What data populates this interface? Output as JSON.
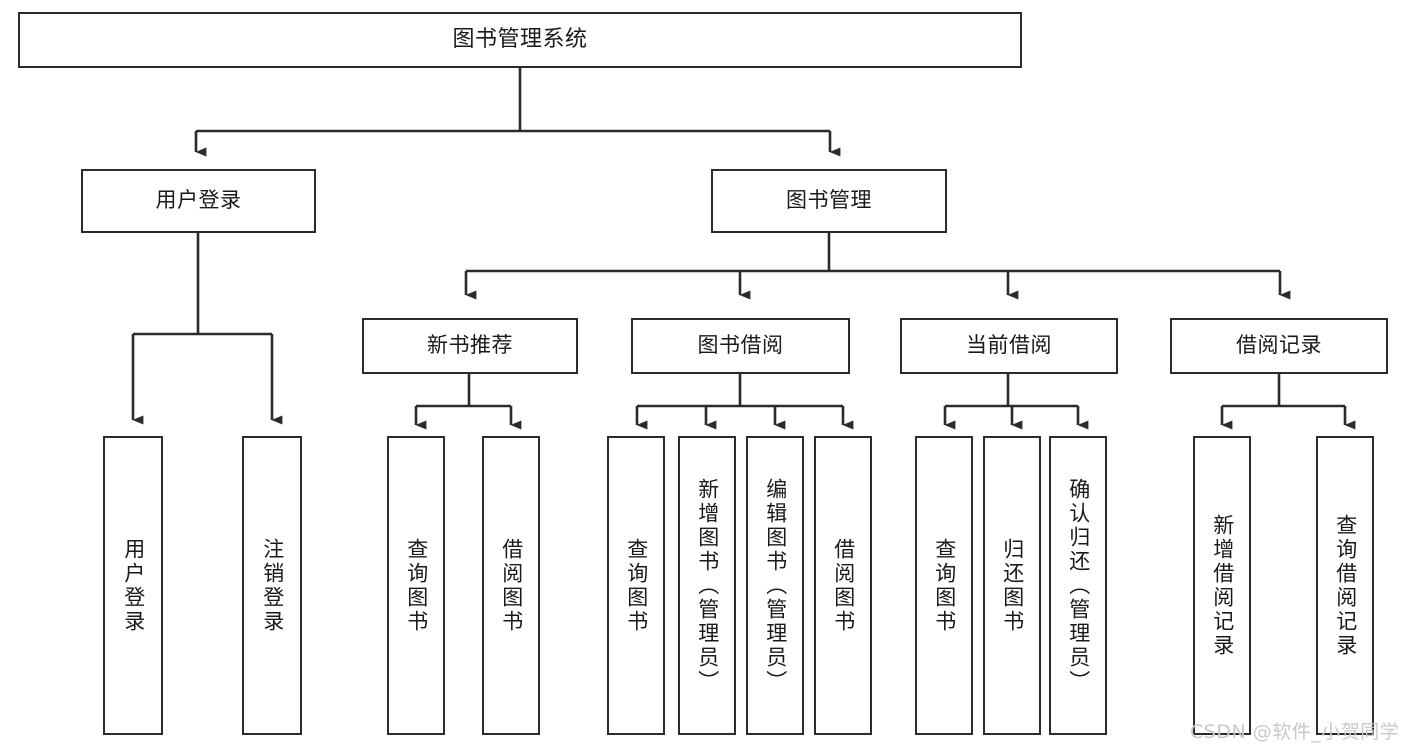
{
  "diagram": {
    "type": "tree",
    "title": "图书管理系统",
    "watermark": "CSDN @软件_小贺同学",
    "colors": {
      "box_border": "#2b2b2b",
      "box_fill": "#ffffff",
      "connector": "#2b2b2b",
      "text": "#1a1a1a",
      "watermark": "#c9c9c9",
      "background": "#ffffff"
    },
    "nodes": {
      "root": {
        "label": "图书管理系统"
      },
      "level2": [
        {
          "label": "用户登录"
        },
        {
          "label": "图书管理"
        }
      ],
      "level3": [
        {
          "label": "新书推荐"
        },
        {
          "label": "图书借阅"
        },
        {
          "label": "当前借阅"
        },
        {
          "label": "借阅记录"
        }
      ],
      "leaves": {
        "user_login": [
          {
            "label": "用户登录"
          },
          {
            "label": "注销登录"
          }
        ],
        "new_book_recommend": [
          {
            "label": "查询图书"
          },
          {
            "label": "借阅图书"
          }
        ],
        "book_borrow": [
          {
            "label": "查询图书"
          },
          {
            "label": "新增图书（管理员）"
          },
          {
            "label": "编辑图书（管理员）"
          },
          {
            "label": "借阅图书"
          }
        ],
        "current_borrow": [
          {
            "label": "查询图书"
          },
          {
            "label": "归还图书"
          },
          {
            "label": "确认归还（管理员）"
          }
        ],
        "borrow_record": [
          {
            "label": "新增借阅记录"
          },
          {
            "label": "查询借阅记录"
          }
        ]
      }
    }
  }
}
